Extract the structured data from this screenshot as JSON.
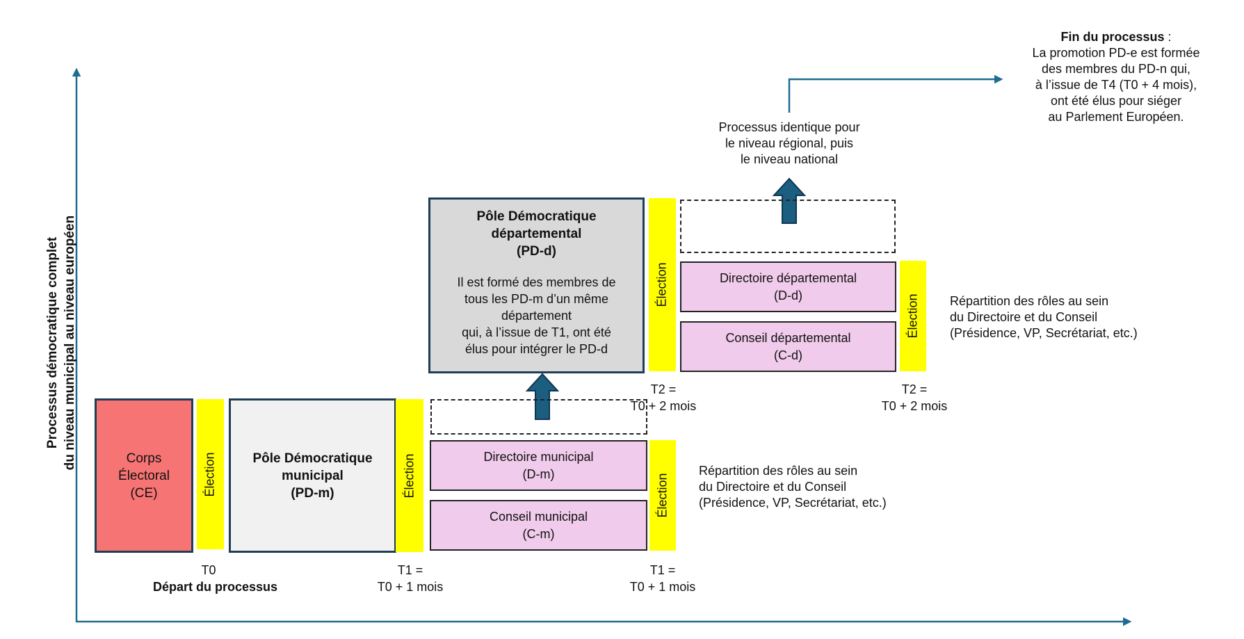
{
  "axis": {
    "y_label_line1": "Processus démocratique complet",
    "y_label_line2": "du niveau municipal au niveau européen"
  },
  "colors": {
    "axis": "#1f6b91",
    "arrow_fill": "#1b5e80",
    "arrow_stroke": "#0f3550",
    "corps_electoral": "#f67474",
    "pd_m": "#f1f1f1",
    "pd_d": "#d9d9d9",
    "directoire_conseil": "#f0cbeb",
    "election": "#ffff00"
  },
  "boxes": {
    "corps_electoral": {
      "line1": "Corps",
      "line2": "Électoral",
      "line3": "(CE)"
    },
    "pd_m": {
      "line1": "Pôle Démocratique",
      "line2": "municipal",
      "line3": "(PD-m)"
    },
    "directoire_municipal": {
      "line1": "Directoire municipal",
      "line2": "(D-m)"
    },
    "conseil_municipal": {
      "line1": "Conseil municipal",
      "line2": "(C-m)"
    },
    "pd_d": {
      "title_line1": "Pôle Démocratique",
      "title_line2": "départemental",
      "title_line3": "(PD-d)",
      "desc_line1": "Il est formé des membres de",
      "desc_line2": "tous les  PD-m d’un même",
      "desc_line3": "département",
      "desc_line4": "qui, à l’issue de T1, ont été",
      "desc_line5": "élus pour intégrer le PD-d"
    },
    "directoire_departemental": {
      "line1": "Directoire départemental",
      "line2": "(D-d)"
    },
    "conseil_departemental": {
      "line1": "Conseil départemental",
      "line2": "(C-d)"
    }
  },
  "election_label": "Élection",
  "time_labels": {
    "t0": {
      "line1": "T0",
      "line2": "Départ du processus"
    },
    "t1_a": {
      "line1": "T1 =",
      "line2": "T0 + 1 mois"
    },
    "t1_b": {
      "line1": "T1 =",
      "line2": "T0 + 1 mois"
    },
    "t2_a": {
      "line1": "T2 =",
      "line2": "T0 + 2 mois"
    },
    "t2_b": {
      "line1": "T2 =",
      "line2": "T0 + 2 mois"
    }
  },
  "notes": {
    "roles_municipal": {
      "line1": "Répartition des rôles au sein",
      "line2": "du Directoire et du Conseil",
      "line3": "(Présidence, VP, Secrétariat, etc.)"
    },
    "roles_departemental": {
      "line1": "Répartition des rôles au sein",
      "line2": "du Directoire et du Conseil",
      "line3": "(Présidence, VP, Secrétariat, etc.)"
    },
    "identical_process": {
      "line1": "Processus identique pour",
      "line2": "le niveau régional, puis",
      "line3": "le niveau national"
    },
    "end": {
      "title": "Fin du processus",
      "title_suffix": " :",
      "line1": "La promotion PD-e est formée",
      "line2": "des membres du PD-n qui,",
      "line3": "à l’issue de T4 (T0 + 4 mois),",
      "line4": "ont été élus pour siéger",
      "line5": "au Parlement Européen."
    }
  }
}
